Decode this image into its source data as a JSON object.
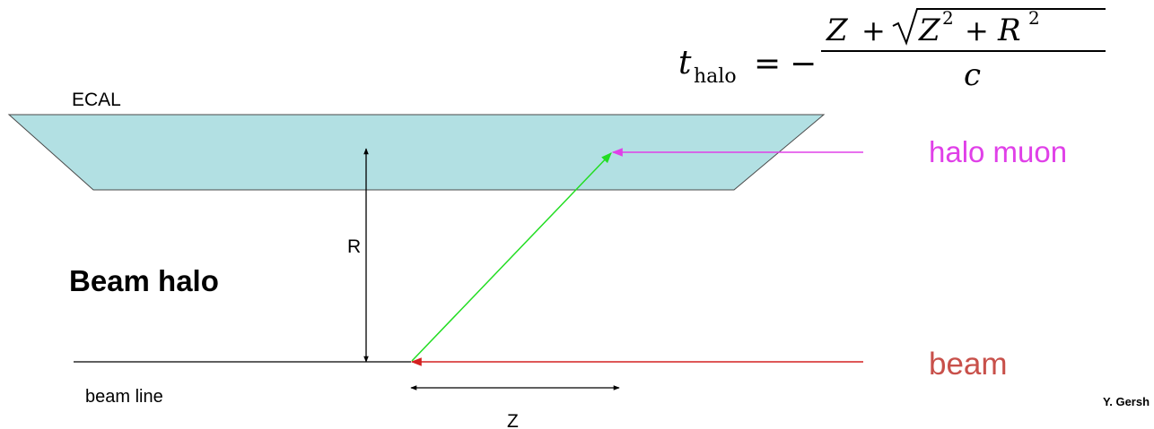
{
  "formula": {
    "lhs": "t",
    "lhs_sub": "halo",
    "equals": "=",
    "minus": "−",
    "num_z": "Z",
    "num_plus": "+",
    "num_z2": "Z",
    "exp_z": "2",
    "num_plus2": "+",
    "num_r2": "R",
    "exp_r": "2",
    "denominator": "c"
  },
  "labels": {
    "ecal": "ECAL",
    "beam_halo": "Beam halo",
    "beam_line": "beam line",
    "halo_muon": "halo muon",
    "beam": "beam",
    "r": "R",
    "z": "Z",
    "credit": "Y. Gersh"
  },
  "colors": {
    "ecal_fill": "#b2e0e3",
    "ecal_stroke": "#4a4a4a",
    "halo_muon": "#e040e8",
    "beam": "#c8504a",
    "beam_arrow": "#d42020",
    "track": "#22dd22",
    "line": "#000000"
  }
}
